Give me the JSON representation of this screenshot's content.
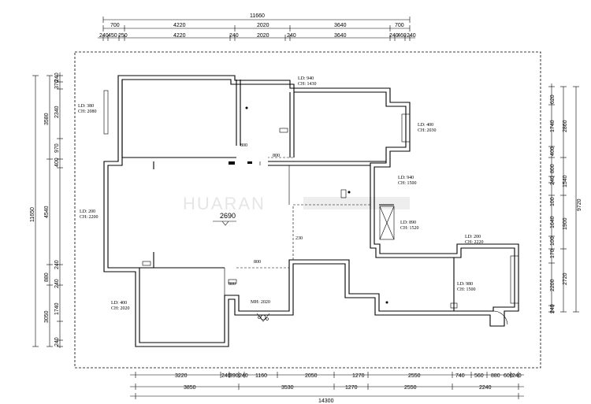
{
  "top_dims": {
    "overall": "11660",
    "row1": [
      "700",
      "4220",
      "2020",
      "3640",
      "700"
    ],
    "row2_small": [
      "240",
      "450",
      "250",
      "4220",
      "240",
      "2020",
      "240",
      "3640",
      "240",
      "460",
      "240"
    ]
  },
  "bottom_dims": {
    "row1": [
      "3220",
      "240",
      "390",
      "240",
      "1160",
      "2050",
      "1270",
      "2550",
      "740",
      "560",
      "880",
      "600",
      "240"
    ],
    "row2": [
      "3850",
      "3530",
      "1270",
      "2550",
      "2240"
    ],
    "overall": "14300"
  },
  "left_dims": {
    "overall": "11650",
    "outer": [
      "3580",
      "4540",
      "880",
      "3050"
    ],
    "inner": [
      "240",
      "370",
      "2340",
      "970",
      "400",
      "240",
      "240",
      "1740",
      "240"
    ]
  },
  "right_dims": {
    "overall": "9720",
    "outer": [
      "2860",
      "1540",
      "1900",
      "2720"
    ],
    "inner": [
      "620",
      "1740",
      "400",
      "800",
      "240",
      "100",
      "1640",
      "100",
      "170",
      "2200",
      "240"
    ]
  },
  "room_labels": [
    {
      "ld": "LD: 380",
      "ch": "CH: 2080"
    },
    {
      "ld": "LD: 940",
      "ch": "CH: 1430"
    },
    {
      "ld": "LD: 400",
      "ch": "CH: 2030"
    },
    {
      "ld": "LD: 940",
      "ch": "CH: 1500"
    },
    {
      "ld": "LD: 200",
      "ch": "CH: 2200"
    },
    {
      "ld": "LD: 890",
      "ch": "CH: 1520"
    },
    {
      "ld": "LD: 200",
      "ch": "CH: 2220"
    },
    {
      "ld": "LD: 980",
      "ch": "CH: 1500"
    },
    {
      "ld": "LD: 400",
      "ch": "CH: 2020"
    }
  ],
  "door_labels": [
    "800",
    "800",
    "230",
    "800",
    "800",
    "MH: 2020"
  ],
  "ceiling_height": "2690",
  "watermark": "HUARAN"
}
